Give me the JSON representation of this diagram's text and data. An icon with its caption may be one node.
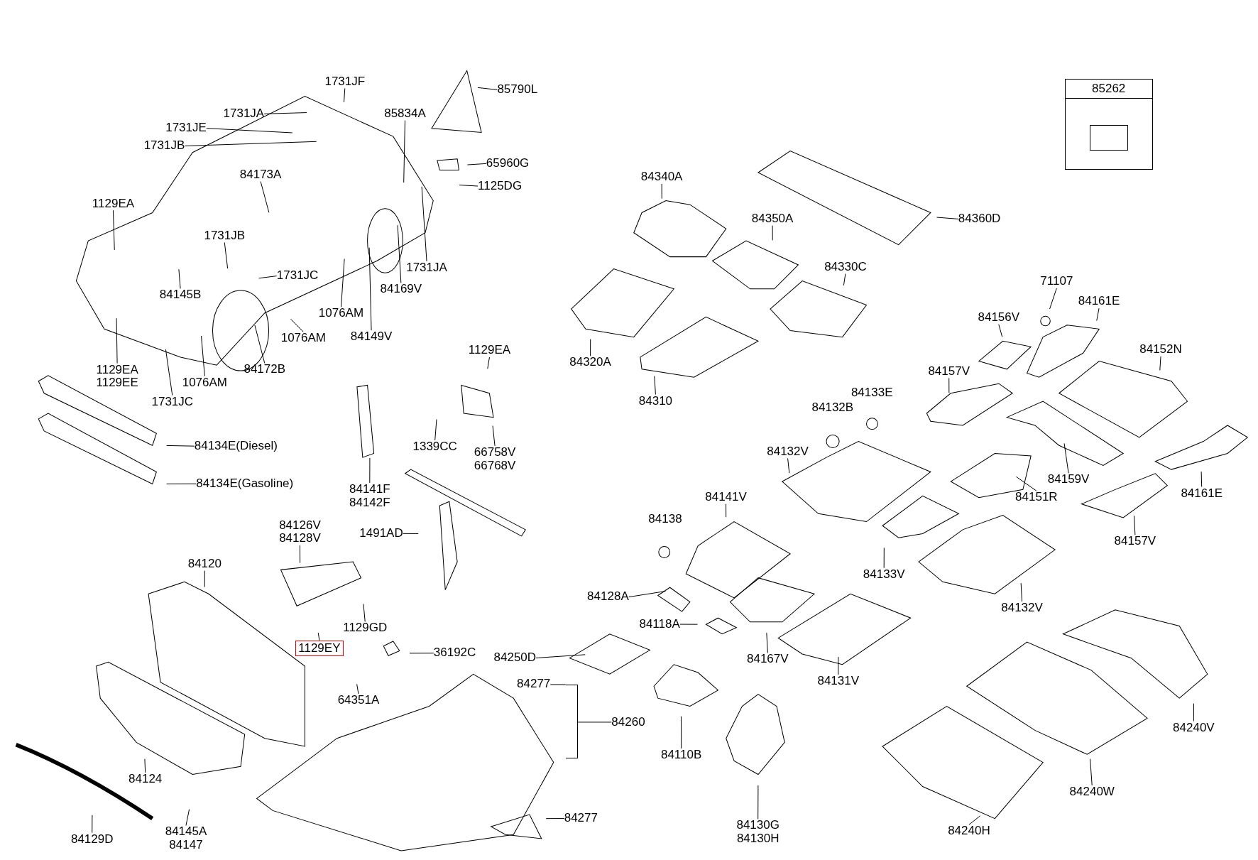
{
  "diagram": {
    "nodes": [
      {
        "text": [
          "1731JF"
        ]
      },
      {
        "text": [
          "1731JA"
        ]
      },
      {
        "text": [
          "1731JE"
        ]
      },
      {
        "text": [
          "1731JB"
        ]
      },
      {
        "text": [
          "85834A"
        ]
      },
      {
        "text": [
          "85790L"
        ]
      },
      {
        "text": [
          "65960G"
        ]
      },
      {
        "text": [
          "1125DG"
        ]
      },
      {
        "text": [
          "84173A"
        ]
      },
      {
        "text": [
          "1129EA"
        ]
      },
      {
        "text": [
          "1731JB"
        ]
      },
      {
        "text": [
          "1731JC"
        ]
      },
      {
        "text": [
          "84145B"
        ]
      },
      {
        "text": [
          "1076AM"
        ]
      },
      {
        "text": [
          "1731JA"
        ]
      },
      {
        "text": [
          "84169V"
        ]
      },
      {
        "text": [
          "1076AM"
        ]
      },
      {
        "text": [
          "84149V"
        ]
      },
      {
        "text": [
          "84172B"
        ]
      },
      {
        "text": [
          "1129EA",
          "1129EE"
        ]
      },
      {
        "text": [
          "1076AM"
        ]
      },
      {
        "text": [
          "1731JC"
        ]
      },
      {
        "text": [
          "84134E(Diesel)"
        ]
      },
      {
        "text": [
          "84134E(Gasoline)"
        ]
      },
      {
        "text": [
          "84141F",
          "84142F"
        ]
      },
      {
        "text": [
          "1129EA"
        ]
      },
      {
        "text": [
          "1339CC"
        ]
      },
      {
        "text": [
          "66758V",
          "66768V"
        ]
      },
      {
        "text": [
          "1491AD"
        ]
      },
      {
        "text": [
          "84126V",
          "84128V"
        ]
      },
      {
        "text": [
          "84120"
        ]
      },
      {
        "text": [
          "1129GD"
        ]
      },
      {
        "text": [
          "1129EY"
        ]
      },
      {
        "text": [
          "36192C"
        ]
      },
      {
        "text": [
          "64351A"
        ]
      },
      {
        "text": [
          "84124"
        ]
      },
      {
        "text": [
          "84129D"
        ]
      },
      {
        "text": [
          "84145A",
          "84147"
        ]
      },
      {
        "text": [
          "84277"
        ]
      },
      {
        "text": [
          "84260"
        ]
      },
      {
        "text": [
          "84277"
        ]
      },
      {
        "text": [
          "84250D"
        ]
      },
      {
        "text": [
          "84110B"
        ]
      },
      {
        "text": [
          "84130G",
          "84130H"
        ]
      },
      {
        "text": [
          "84118A"
        ]
      },
      {
        "text": [
          "84128A"
        ]
      },
      {
        "text": [
          "84167V"
        ]
      },
      {
        "text": [
          "84131V"
        ]
      },
      {
        "text": [
          "84141V"
        ]
      },
      {
        "text": [
          "84133V"
        ]
      },
      {
        "text": [
          "84132V"
        ]
      },
      {
        "text": [
          "84132V"
        ]
      },
      {
        "text": [
          "84159V"
        ]
      },
      {
        "text": [
          "84151R"
        ]
      },
      {
        "text": [
          "84157V"
        ]
      },
      {
        "text": [
          "84156V"
        ]
      },
      {
        "text": [
          "71107"
        ]
      },
      {
        "text": [
          "84161E"
        ]
      },
      {
        "text": [
          "84152N"
        ]
      },
      {
        "text": [
          "84161E"
        ]
      },
      {
        "text": [
          "84157V"
        ]
      },
      {
        "text": [
          "84240V"
        ]
      },
      {
        "text": [
          "84240W"
        ]
      },
      {
        "text": [
          "84240H"
        ]
      },
      {
        "text": [
          "84340A"
        ]
      },
      {
        "text": [
          "84350A"
        ]
      },
      {
        "text": [
          "84360D"
        ]
      },
      {
        "text": [
          "84330C"
        ]
      },
      {
        "text": [
          "84320A"
        ]
      },
      {
        "text": [
          "84310"
        ]
      },
      {
        "text": [
          "85262"
        ]
      },
      {
        "text": [],
        "shape": "bracket"
      }
    ],
    "edges": [
      {
        "from": 0,
        "to": null,
        "arrow": "none"
      },
      {
        "from": 1,
        "to": null,
        "arrow": "none"
      },
      {
        "from": 2,
        "to": null,
        "arrow": "none"
      },
      {
        "from": 3,
        "to": null,
        "arrow": "none"
      },
      {
        "from": 4,
        "to": null,
        "arrow": "none"
      },
      {
        "from": 5,
        "to": null,
        "arrow": "none"
      },
      {
        "from": 6,
        "to": null,
        "arrow": "none"
      },
      {
        "from": 7,
        "to": null,
        "arrow": "none"
      },
      {
        "from": 8,
        "to": null,
        "arrow": "none"
      },
      {
        "from": 9,
        "to": null,
        "arrow": "none"
      },
      {
        "from": 10,
        "to": null,
        "arrow": "none"
      },
      {
        "from": 11,
        "to": null,
        "arrow": "none"
      },
      {
        "from": 12,
        "to": null,
        "arrow": "none"
      },
      {
        "from": 13,
        "to": null,
        "arrow": "none"
      },
      {
        "from": 14,
        "to": null,
        "arrow": "none"
      },
      {
        "from": 15,
        "to": null,
        "arrow": "none"
      },
      {
        "from": 16,
        "to": null,
        "arrow": "none"
      },
      {
        "from": 17,
        "to": null,
        "arrow": "none"
      },
      {
        "from": 18,
        "to": null,
        "arrow": "none"
      },
      {
        "from": 19,
        "to": null,
        "arrow": "none"
      },
      {
        "from": 20,
        "to": null,
        "arrow": "none"
      },
      {
        "from": 21,
        "to": null,
        "arrow": "none"
      },
      {
        "from": 22,
        "to": null,
        "arrow": "none"
      },
      {
        "from": 23,
        "to": null,
        "arrow": "none"
      },
      {
        "from": 24,
        "to": null,
        "arrow": "none"
      },
      {
        "from": 25,
        "to": null,
        "arrow": "none"
      },
      {
        "from": 26,
        "to": null,
        "arrow": "none"
      },
      {
        "from": 27,
        "to": null,
        "arrow": "none"
      },
      {
        "from": 28,
        "to": null,
        "arrow": "none"
      },
      {
        "from": 29,
        "to": null,
        "arrow": "none"
      },
      {
        "from": 30,
        "to": null,
        "arrow": "none"
      },
      {
        "from": 31,
        "to": null,
        "arrow": "none"
      },
      {
        "from": 32,
        "to": null,
        "arrow": "none"
      },
      {
        "from": 33,
        "to": null,
        "arrow": "none"
      },
      {
        "from": 34,
        "to": null,
        "arrow": "none"
      },
      {
        "from": 35,
        "to": null,
        "arrow": "none"
      },
      {
        "from": 36,
        "to": null,
        "arrow": "none"
      },
      {
        "from": 37,
        "to": null,
        "arrow": "none"
      },
      {
        "from": 38,
        "to": 71,
        "arrow": "none"
      },
      {
        "from": 39,
        "to": 71,
        "arrow": "none"
      },
      {
        "from": 40,
        "to": null,
        "arrow": "none"
      },
      {
        "from": 41,
        "to": null,
        "arrow": "none"
      },
      {
        "from": 42,
        "to": null,
        "arrow": "none"
      },
      {
        "from": 43,
        "to": null,
        "arrow": "none"
      },
      {
        "from": 44,
        "to": null,
        "arrow": "none"
      },
      {
        "from": 45,
        "to": null,
        "arrow": "none"
      },
      {
        "from": 46,
        "to": null,
        "arrow": "none"
      },
      {
        "from": 47,
        "to": null,
        "arrow": "none"
      },
      {
        "from": 48,
        "to": null,
        "arrow": "none"
      },
      {
        "from": 49,
        "to": null,
        "arrow": "none"
      },
      {
        "from": 50,
        "to": null,
        "arrow": "none"
      },
      {
        "from": 51,
        "to": null,
        "arrow": "none"
      },
      {
        "from": 52,
        "to": null,
        "arrow": "none"
      },
      {
        "from": 53,
        "to": null,
        "arrow": "none"
      },
      {
        "from": 54,
        "to": null,
        "arrow": "none"
      },
      {
        "from": 55,
        "to": null,
        "arrow": "none"
      },
      {
        "from": 56,
        "to": null,
        "arrow": "none"
      },
      {
        "from": 57,
        "to": null,
        "arrow": "none"
      },
      {
        "from": 58,
        "to": null,
        "arrow": "none"
      },
      {
        "from": 59,
        "to": null,
        "arrow": "none"
      },
      {
        "from": 60,
        "to": null,
        "arrow": "none"
      },
      {
        "from": 61,
        "to": null,
        "arrow": "none"
      },
      {
        "from": 62,
        "to": null,
        "arrow": "none"
      },
      {
        "from": 63,
        "to": null,
        "arrow": "none"
      },
      {
        "from": 64,
        "to": null,
        "arrow": "none"
      },
      {
        "from": 65,
        "to": null,
        "arrow": "none"
      },
      {
        "from": 66,
        "to": null,
        "arrow": "none"
      },
      {
        "from": 67,
        "to": null,
        "arrow": "none"
      },
      {
        "from": 68,
        "to": null,
        "arrow": "none"
      },
      {
        "from": 69,
        "to": null,
        "arrow": "none"
      }
    ],
    "labels": [
      "84133E",
      "84132B",
      "84138"
    ]
  }
}
